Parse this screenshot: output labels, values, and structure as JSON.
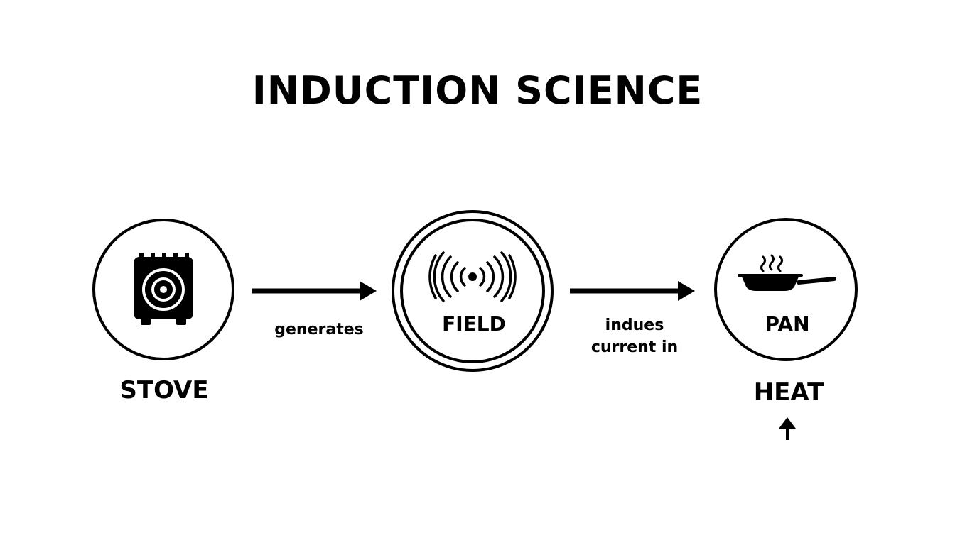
{
  "title": "INDUCTION SCIENCE",
  "nodes": {
    "stove": {
      "label": "STOVE",
      "icon": "stove-icon"
    },
    "field": {
      "label": "FIELD",
      "icon": "magnetic-waves-icon"
    },
    "pan": {
      "label": "PAN",
      "icon": "frying-pan-icon"
    }
  },
  "edges": {
    "stove_to_field": {
      "label": "generates"
    },
    "field_to_pan": {
      "label_line1": "indues",
      "label_line2": "current in"
    }
  },
  "output": {
    "label": "HEAT",
    "icon": "up-arrow-icon"
  },
  "colors": {
    "foreground": "#000000",
    "background": "#ffffff"
  }
}
